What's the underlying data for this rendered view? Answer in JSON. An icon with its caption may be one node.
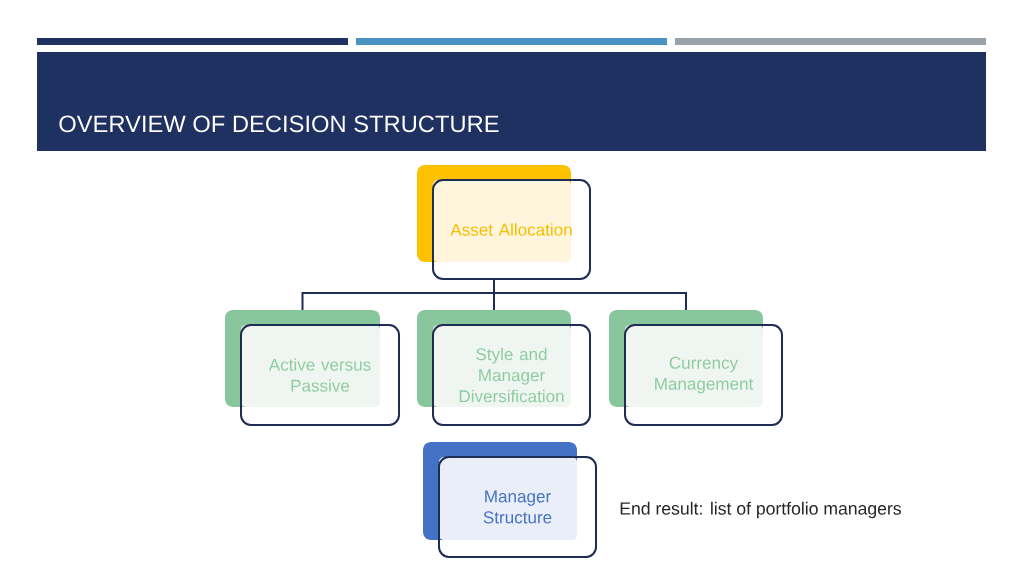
{
  "diagram": {
    "title": "OVERVIEW OF DECISION STRUCTURE",
    "nodes": [
      {
        "text": [
          "Asset Allocation"
        ]
      },
      {
        "text": [
          "Active versus Passive"
        ]
      },
      {
        "text": [
          "Style and Manager Diversification"
        ]
      },
      {
        "text": [
          "Currency Management"
        ]
      },
      {
        "text": [
          "Manager Structure"
        ],
        "beside": [
          "End result: list of portfolio managers"
        ]
      }
    ],
    "edges": [
      {
        "from": 0,
        "to": 1,
        "arrow": "none"
      },
      {
        "from": 0,
        "to": 2,
        "arrow": "none"
      },
      {
        "from": 0,
        "to": 3,
        "arrow": "none"
      }
    ]
  }
}
